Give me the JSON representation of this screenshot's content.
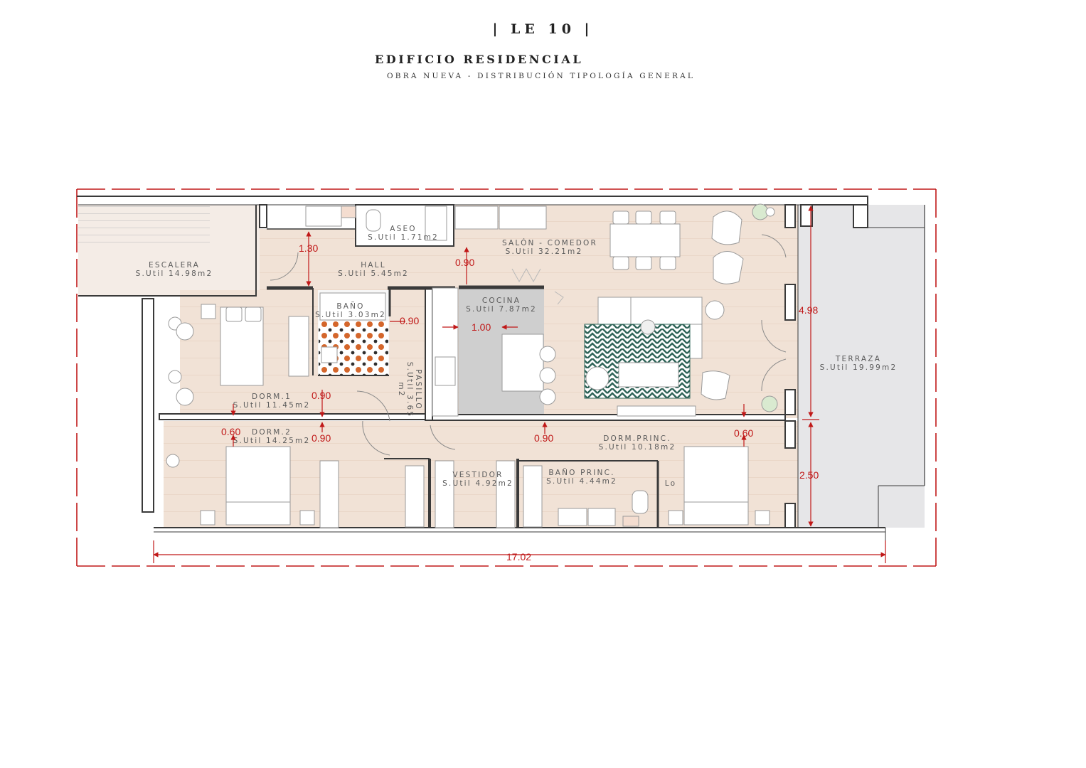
{
  "header": {
    "code": "| LE 10 |",
    "title": "EDIFICIO RESIDENCIAL",
    "subtitle": "OBRA NUEVA - DISTRIBUCIÓN TIPOLOGÍA GENERAL"
  },
  "rooms": {
    "escalera": {
      "name": "ESCALERA",
      "area": "S.Util 14.98m2"
    },
    "aseo": {
      "name": "ASEO",
      "area": "S.Util 1.71m2"
    },
    "hall": {
      "name": "HALL",
      "area": "S.Util 5.45m2"
    },
    "salon": {
      "name": "SALÓN - COMEDOR",
      "area": "S.Util 32.21m2"
    },
    "bano": {
      "name": "BAÑO",
      "area": "S.Util 3.03m2"
    },
    "cocina": {
      "name": "COCINA",
      "area": "S.Util 7.87m2"
    },
    "pasillo": {
      "name": "PASILLO",
      "area": "S.Util 3.65",
      "unit": "m2"
    },
    "dorm1": {
      "name": "DORM.1",
      "area": "S.Util 11.45m2"
    },
    "dorm2": {
      "name": "DORM.2",
      "area": "S.Util 14.25m2"
    },
    "vestidor": {
      "name": "VESTIDOR",
      "area": "S.Util 4.92m2"
    },
    "banoprinc": {
      "name": "BAÑO PRINC.",
      "area": "S.Util 4.44m2"
    },
    "dormprinc": {
      "name": "DORM.PRINC.",
      "area": "S.Util 10.18m2"
    },
    "terraza": {
      "name": "TERRAZA",
      "area": "S.Util 19.99m2"
    },
    "lo": {
      "name": "Lo"
    }
  },
  "dimensions": {
    "hall_width": "1.30",
    "hall_door": "0.90",
    "bano_pass": "0.90",
    "cocina_width": "1.00",
    "dorm1_pass": "0.90",
    "dorm2_pass": "0.90",
    "dorm2_side": "0.60",
    "vestidor_pass": "0.90",
    "dormprinc_side": "0.60",
    "salon_depth": "4.98",
    "dormprinc_depth": "2.50",
    "total_length": "17.02"
  },
  "colors": {
    "floor": "#f1e2d6",
    "terrace": "#e6e6e8",
    "wall": "#3a3a3a",
    "dimension": "#c01818"
  }
}
